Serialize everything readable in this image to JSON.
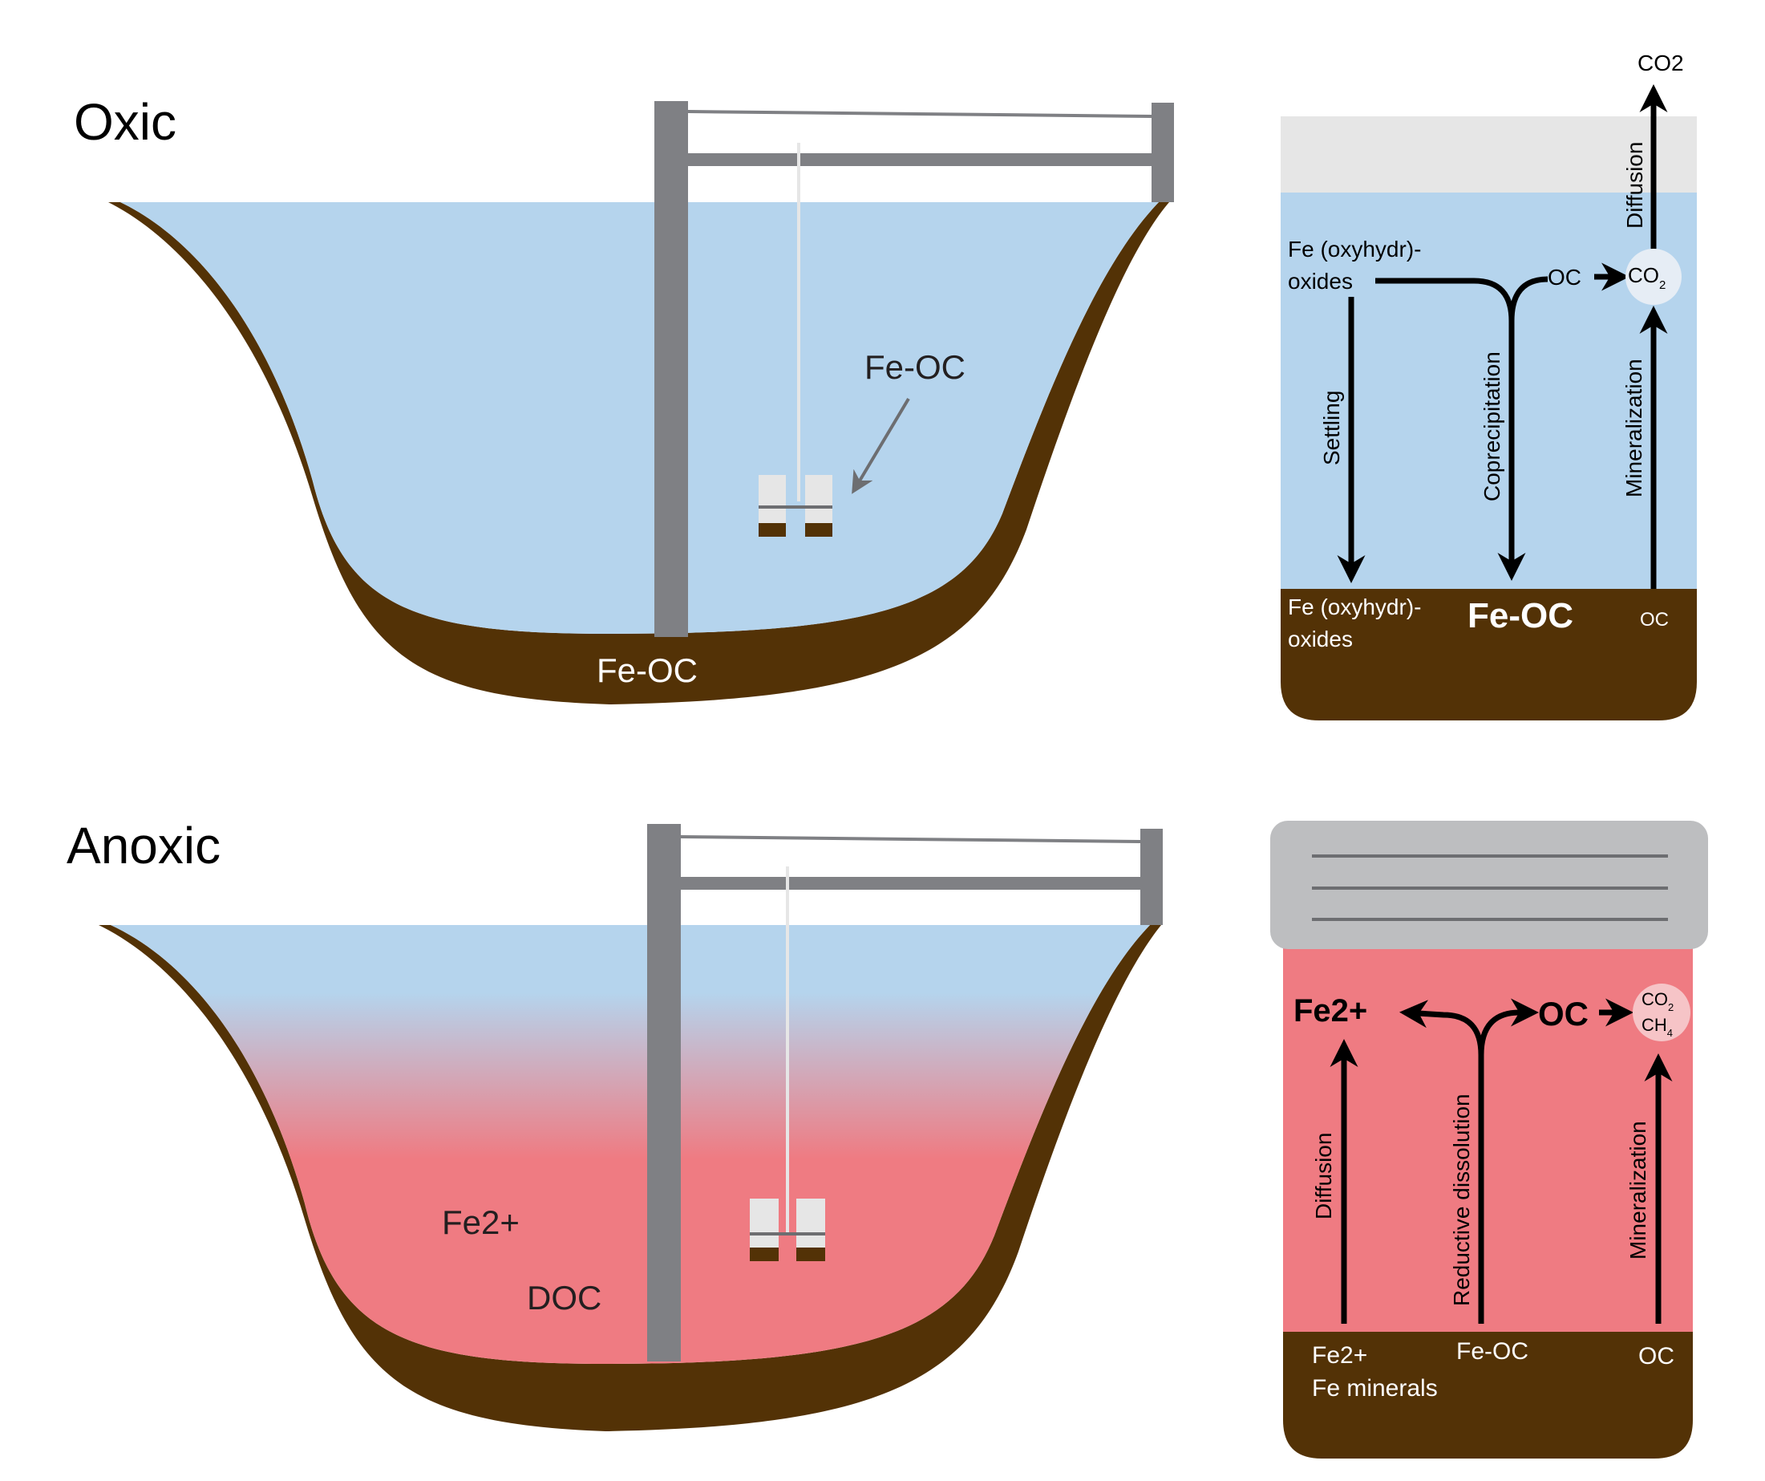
{
  "oxic": {
    "title": "Oxic",
    "lake": {
      "sample_label": "Fe-OC",
      "sediment_label": "Fe-OC"
    },
    "box": {
      "top_label": "CO2",
      "diffusion": "Diffusion",
      "source_line1": "Fe (oxyhydr)-",
      "source_line2": "oxides",
      "oc_mid": "OC",
      "co2_circle": "CO",
      "co2_sub": "2",
      "settling": "Settling",
      "coprecipitation": "Coprecipitation",
      "mineralization": "Mineralization",
      "bottom_left_line1": "Fe (oxyhydr)-",
      "bottom_left_line2": "oxides",
      "bottom_mid": "Fe-OC",
      "bottom_right": "OC"
    }
  },
  "anoxic": {
    "title": "Anoxic",
    "lake": {
      "fe_label": "Fe2+",
      "doc_label": "DOC"
    },
    "box": {
      "fe2": "Fe2+",
      "oc": "OC",
      "co2_circle": "CO",
      "co2_sub": "2",
      "ch4_circle": "CH",
      "ch4_sub": "4",
      "diffusion": "Diffusion",
      "reductive": "Reductive dissolution",
      "mineralization": "Mineralization",
      "bottom_left_line1": "Fe2+",
      "bottom_left_line2": "Fe minerals",
      "bottom_mid": "Fe-OC",
      "bottom_right": "OC"
    }
  },
  "colors": {
    "water": "#b5d4ed",
    "anoxic_water": "#ef7b82",
    "sediment": "#533206",
    "frame": "#7f8084",
    "lid": "#bdbec0",
    "headspace": "#e6e6e6"
  }
}
